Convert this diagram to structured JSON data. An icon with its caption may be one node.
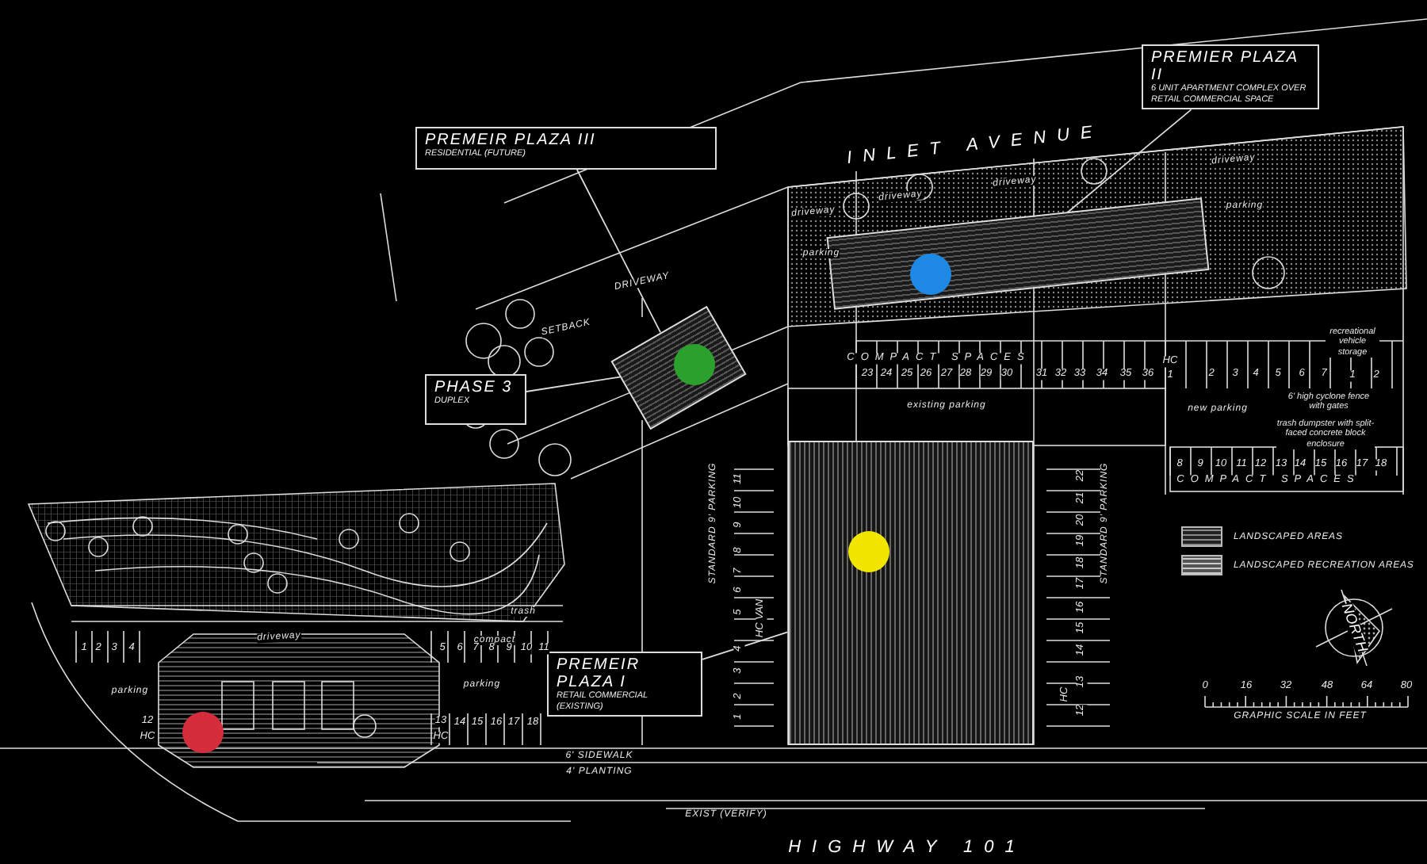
{
  "diagram": {
    "nodes": [
      {
        "text": [
          "PREMEIR PLAZA III",
          "RESIDENTIAL (FUTURE)"
        ]
      },
      {
        "text": [],
        "shape": "box"
      },
      {
        "text": [
          "PREMIER PLAZA II",
          "6 UNIT APARTMENT COMPLEX OVER RETAIL COMMERCIAL SPACE"
        ]
      },
      {
        "text": [],
        "shape": "box"
      },
      {
        "text": [
          "PHASE 3",
          "DUPLEX"
        ]
      },
      {
        "text": [
          "PREMEIR PLAZA I",
          "RETAIL COMMERCIAL (EXISTING)"
        ]
      },
      {
        "text": [],
        "shape": "box"
      }
    ],
    "edges": [
      {
        "from": 0,
        "to": 1,
        "arrow": "none"
      },
      {
        "from": 2,
        "to": 3,
        "arrow": "none"
      },
      {
        "from": 4,
        "to": 1,
        "arrow": "none"
      },
      {
        "from": 5,
        "to": 6,
        "arrow": "none"
      }
    ],
    "labels": [
      "INLET AVENUE",
      "driveway",
      "driveway",
      "driveway",
      "driveway",
      "parking",
      "parking",
      "DRIVEWAY",
      "SETBACK",
      "COMPACT SPACES",
      "23",
      "24",
      "25",
      "26",
      "27",
      "28",
      "29",
      "30",
      "31",
      "32",
      "33",
      "34",
      "35",
      "36",
      "HC",
      "1",
      "2",
      "3",
      "4",
      "5",
      "6",
      "7",
      "recreational vehicle storage",
      "1",
      "2",
      "6' high cyclone fence with gates",
      "trash dumpster with split-faced concrete block enclosure",
      "existing parking",
      "new parking",
      "8",
      "9",
      "10",
      "11",
      "12",
      "13",
      "14",
      "15",
      "16",
      "17",
      "18",
      "COMPACT SPACES",
      "STANDARD 9' PARKING",
      "11",
      "10",
      "9",
      "8",
      "7",
      "6",
      "5",
      "HC VAN",
      "4",
      "3",
      "2",
      "1",
      "22",
      "21",
      "20",
      "19",
      "18",
      "17",
      "16",
      "15",
      "14",
      "13",
      "HC",
      "12",
      "STANDARD 9' PARKING",
      "6' SIDEWALK",
      "4' PLANTING",
      "EXIST (VERIFY)",
      "HIGHWAY 101",
      "driveway",
      "trash",
      "compact",
      "1",
      "2",
      "3",
      "4",
      "5",
      "6",
      "7",
      "8",
      "9",
      "10",
      "11",
      "parking",
      "parking",
      "12",
      "HC",
      "13",
      "HC",
      "14",
      "15",
      "16",
      "17",
      "18",
      "NORTH",
      "0",
      "16",
      "32",
      "48",
      "64",
      "80",
      "GRAPHIC SCALE IN FEET"
    ],
    "legend": [
      {
        "text": "LANDSCAPED AREAS"
      },
      {
        "text": "LANDSCAPED RECREATION AREAS"
      }
    ]
  }
}
